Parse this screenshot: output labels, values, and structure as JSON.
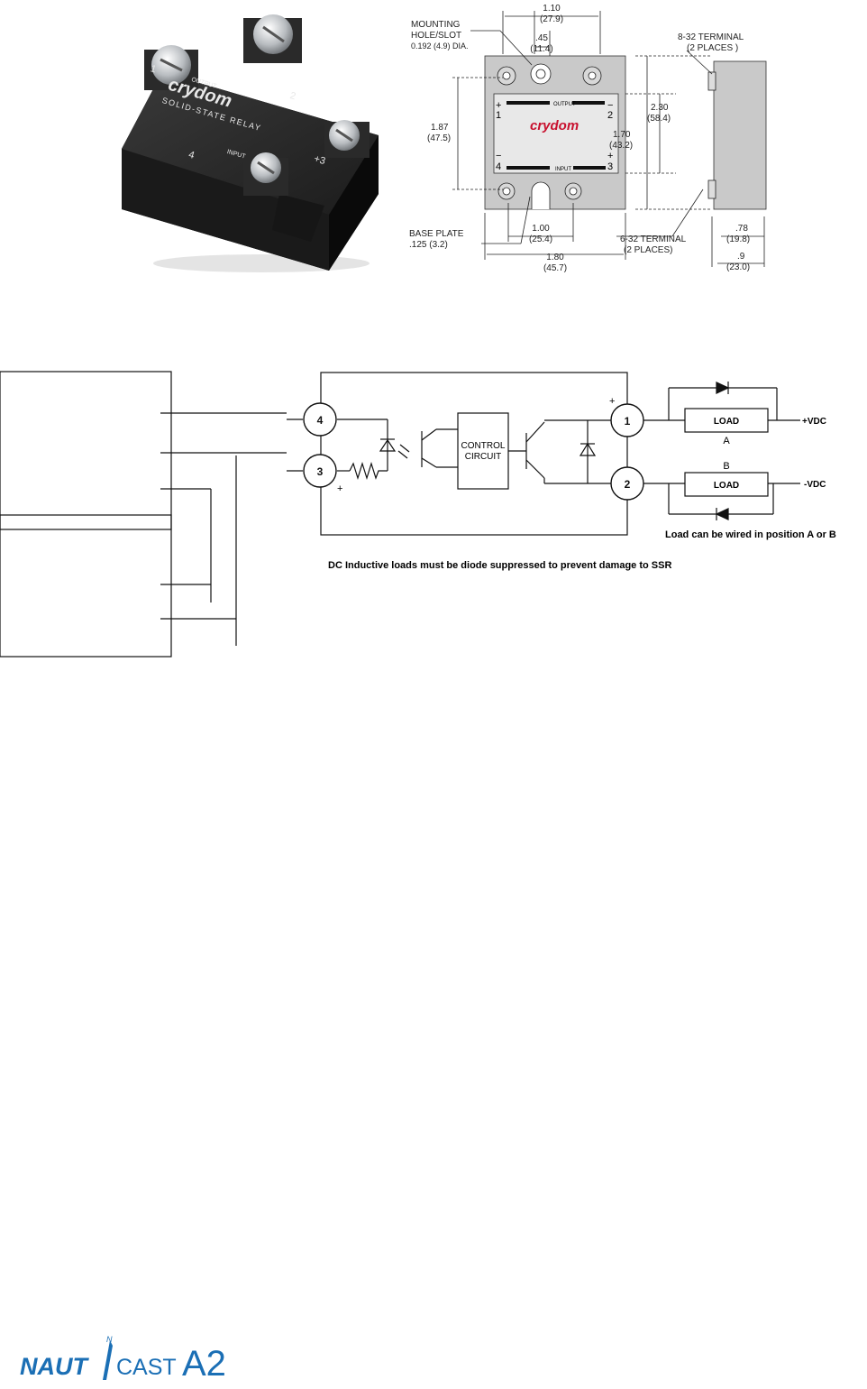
{
  "relay_photo": {
    "brand": "crydom",
    "subtitle": "SOLID-STATE RELAY",
    "output_label": "OUTPUT",
    "input_label": "INPUT",
    "terminals": [
      "1",
      "2",
      "4",
      "+3"
    ]
  },
  "mech_drawing": {
    "dim_width": "1.10",
    "dim_width_mm": "(27.9)",
    "mounting_label_1": "MOUNTING",
    "mounting_label_2": "HOLE/SLOT",
    "mounting_label_3": "0.192 (4.9) DIA.",
    "dim_hole": ".45",
    "dim_hole_mm": "(11.4)",
    "terminal_832_1": "8-32 TERMINAL",
    "terminal_832_2": "(2 PLACES )",
    "dim_187": "1.87",
    "dim_187_mm": "(47.5)",
    "dim_170": "1.70",
    "dim_170_mm": "(43.2)",
    "dim_230": "2.30",
    "dim_230_mm": "(58.4)",
    "face_brand": "crydom",
    "face_output": "OUTPUT",
    "face_input": "INPUT",
    "face_t1": "1",
    "face_t2": "2",
    "face_t3": "3",
    "face_t4": "4",
    "face_plus": "+",
    "face_minus": "−",
    "baseplate_1": "BASE PLATE",
    "baseplate_2": ".125 (3.2)",
    "dim_100": "1.00",
    "dim_100_mm": "(25.4)",
    "dim_180": "1.80",
    "dim_180_mm": "(45.7)",
    "terminal_632_1": "6-32  TERMINAL",
    "terminal_632_2": "(2 PLACES)",
    "dim_078": ".78",
    "dim_078_mm": "(19.8)",
    "dim_09": ".9",
    "dim_09_mm": "(23.0)"
  },
  "schematic": {
    "term4": "4",
    "term3": "3",
    "term1": "1",
    "term2": "2",
    "plus_in": "+",
    "plus_out": "+",
    "control_1": "CONTROL",
    "control_2": "CIRCUIT",
    "load_a": "LOAD",
    "load_b": "LOAD",
    "pos_a": "A",
    "pos_b": "B",
    "vdc_pos": "+VDC",
    "vdc_neg": "-VDC",
    "note_position": "Load can be wired in position A or B",
    "note_diode": "DC Inductive loads must be diode suppressed to prevent damage to SSR"
  },
  "footer": {
    "logo_left": "NAUT",
    "logo_right": "CAST",
    "logo_model": "A2",
    "logo_north": "N",
    "color_blue": "#1b6fb5"
  }
}
